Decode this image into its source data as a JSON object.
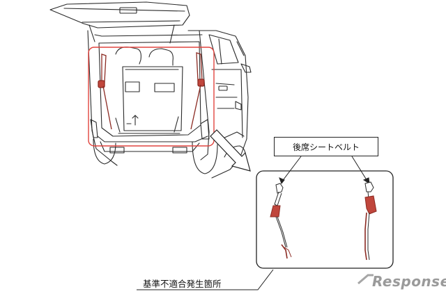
{
  "callout": {
    "rear_seatbelt_label": "後席シートベルト",
    "location_caption": "基準不適合発生箇所"
  },
  "watermark": {
    "brand_text": "Response."
  },
  "colors": {
    "highlight": "#e0443e",
    "belt": "#8b2a22",
    "line": "#2a2a2a"
  }
}
